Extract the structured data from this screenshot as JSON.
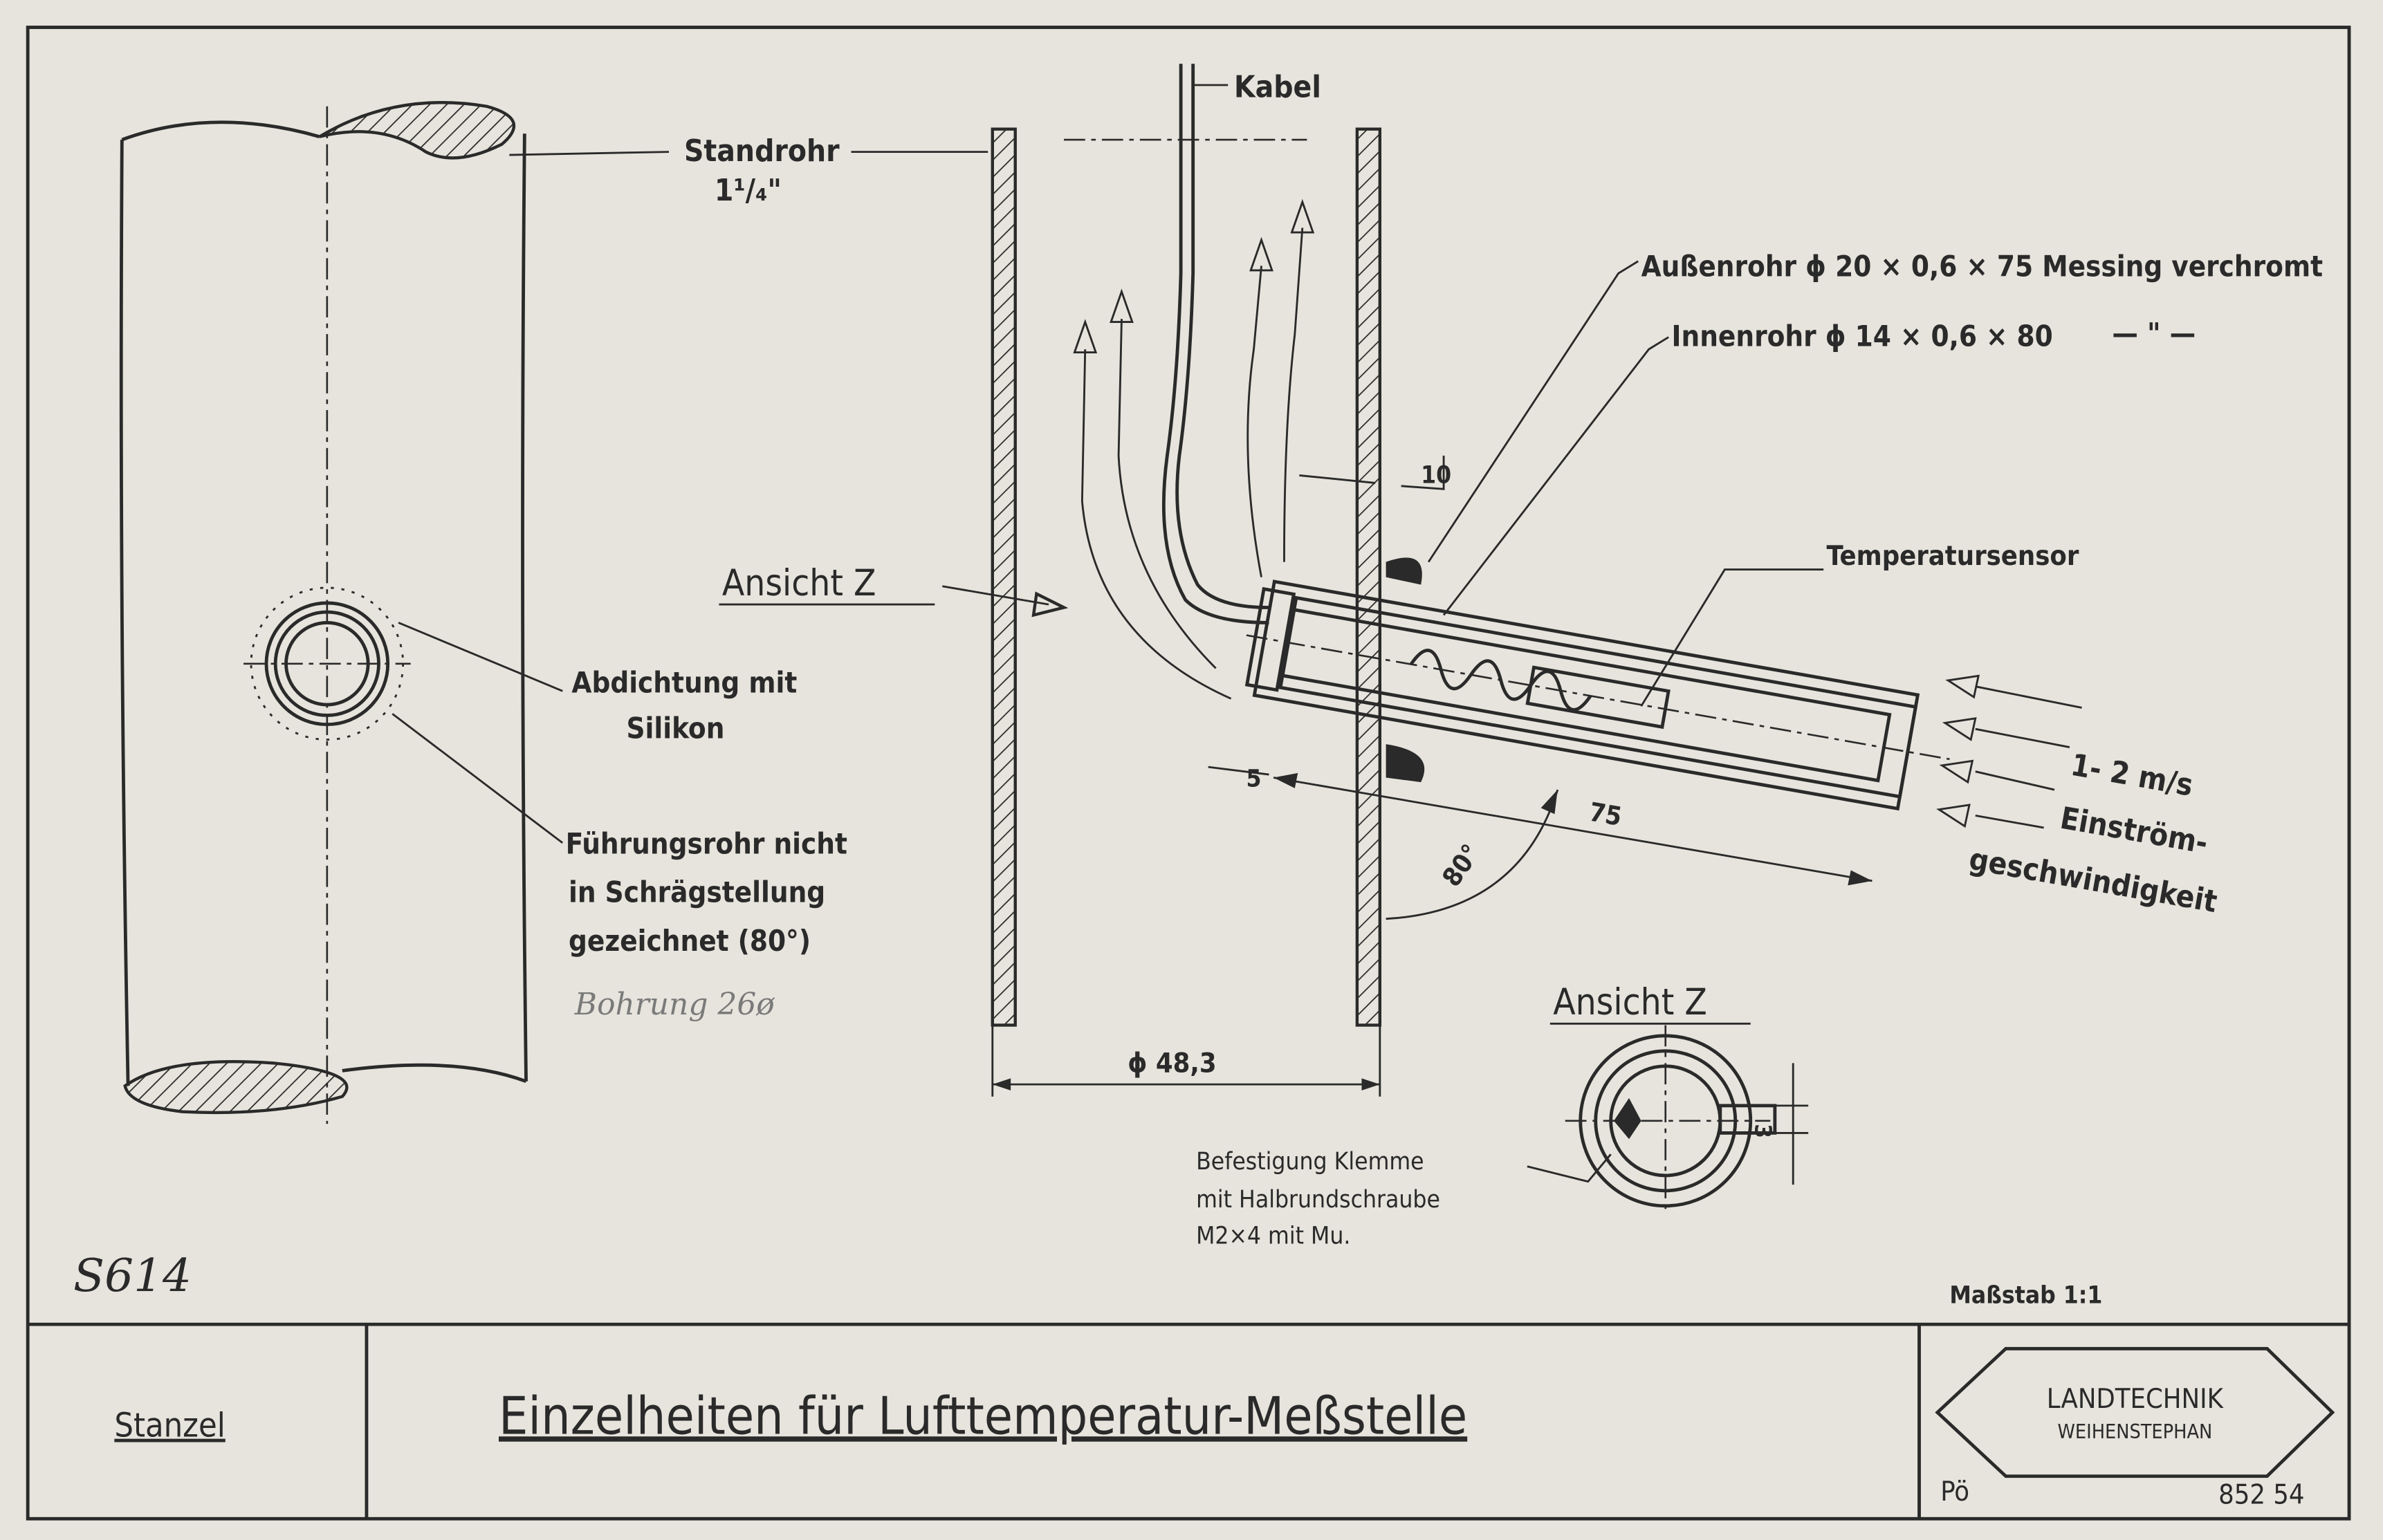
{
  "drawing": {
    "labels": {
      "kabel": "Kabel",
      "standrohr": "Standrohr",
      "standrohr_size": "1¹/₄\"",
      "aussenrohr": "Außenrohr ϕ 20 × 0,6 × 75 Messing verchromt",
      "innenrohr": "Innenrohr ϕ 14 × 0,6 × 80",
      "innenrohr_ditto": "—  \"  —",
      "ansicht_z_arrow": "Ansicht Z",
      "temperatursensor": "Temperatursensor",
      "abdichtung_1": "Abdichtung mit",
      "abdichtung_2": "Silikon",
      "fuehrung_1": "Führungsrohr nicht",
      "fuehrung_2": "in Schrägstellung",
      "fuehrung_3": "gezeichnet (80°)",
      "bohrung_note": "Bohrung 26ø",
      "speed": "1- 2 m/s",
      "einstroem_1": "Einström-",
      "einstroem_2": "geschwindigkeit",
      "ansicht_z_title": "Ansicht Z",
      "befestigung_1": "Befestigung Klemme",
      "befestigung_2": "mit Halbrundschraube",
      "befestigung_3": "M2×4 mit Mu.",
      "massstab": "Maßstab 1:1",
      "sheet_note": "S614"
    },
    "dimensions": {
      "d10": "10",
      "d5": "5",
      "d75": "75",
      "angle": "80°",
      "diameter": "ϕ 48,3",
      "d3": "3"
    }
  },
  "title_block": {
    "author": "Stanzel",
    "title": "Einzelheiten für Lufttemperatur-Meßstelle",
    "logo_line1": "LANDTECHNIK",
    "logo_line2": "WEIHENSTEPHAN",
    "initials": "Pö",
    "number": "852 54"
  }
}
